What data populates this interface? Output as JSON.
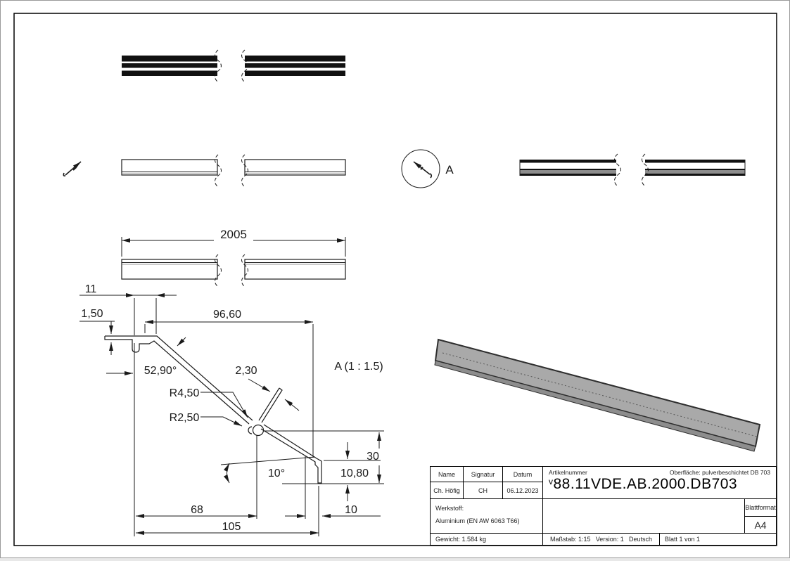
{
  "colors": {
    "line": "#1a1a1a",
    "iso_fill": "#a9a9a9",
    "iso_band": "#8d8d8d",
    "iso_edge": "#2e2e2e",
    "background": "#ffffff"
  },
  "drawing": {
    "length_dim": "2005",
    "detail_marker_label": "A",
    "detail_view_title": "A (1 : 1.5)",
    "dims": {
      "d11": "11",
      "d1_50": "1,50",
      "d96_60": "96,60",
      "a52_90": "52,90°",
      "d2_30": "2,30",
      "r4_50": "R4,50",
      "r2_50": "R2,50",
      "a10": "10°",
      "d10_80": "10,80",
      "d30": "30",
      "d68": "68",
      "d105": "105",
      "d10": "10"
    }
  },
  "title_block": {
    "headers": {
      "name": "Name",
      "signatur": "Signatur",
      "datum": "Datum"
    },
    "values": {
      "name": "Ch. Höfig",
      "signatur": "CH",
      "datum": "06.12.2023"
    },
    "artikelnummer_label": "Artikelnummer",
    "oberflaeche": "Oberfläche:  pulverbeschichtet DB 703",
    "artikelnummer_prefix": "v",
    "artikelnummer": "88.11VDE.AB.2000.DB703",
    "werkstoff_label": "Werkstoff:",
    "werkstoff_value": "Aluminium (EN AW 6063 T66)",
    "blattformat_label": "Blattformat",
    "blattformat_value": "A4",
    "gewicht": "Gewicht: 1.584 kg",
    "massstab": "Maßstab: 1:15",
    "version": "Version: 1",
    "sprache": "Deutsch",
    "blatt": "Blatt 1 von 1"
  }
}
